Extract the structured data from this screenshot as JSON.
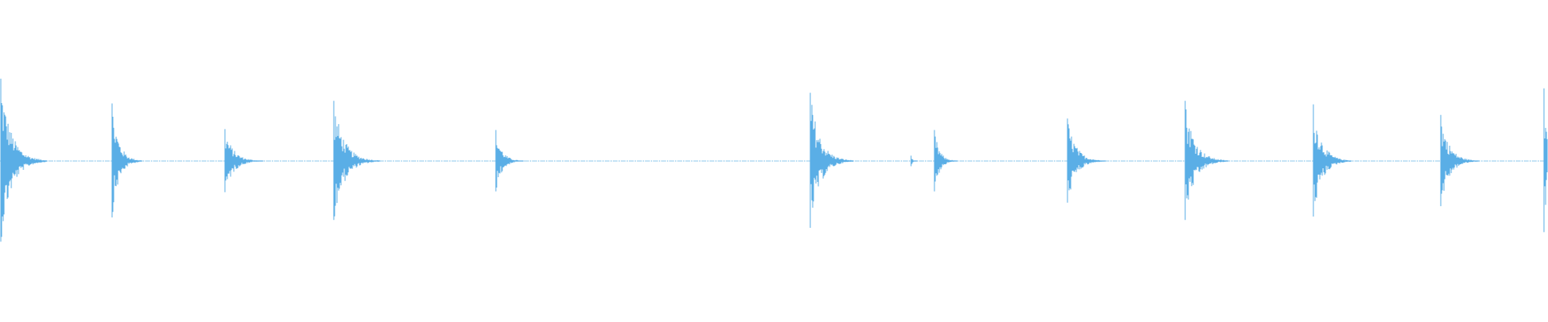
{
  "waveform": {
    "color": "#5aaee6",
    "baseline_color": "#8cc8ee",
    "duration_fraction_points": [
      0.0,
      1.0
    ],
    "transients": [
      {
        "at": 0.0,
        "peak": 0.93,
        "tail": 0.03
      },
      {
        "at": 0.072,
        "peak": 0.65,
        "tail": 0.02
      },
      {
        "at": 0.145,
        "peak": 0.36,
        "tail": 0.025
      },
      {
        "at": 0.215,
        "peak": 0.68,
        "tail": 0.03
      },
      {
        "at": 0.32,
        "peak": 0.35,
        "tail": 0.018
      },
      {
        "at": 0.523,
        "peak": 0.77,
        "tail": 0.028
      },
      {
        "at": 0.588,
        "peak": 0.06,
        "tail": 0.004
      },
      {
        "at": 0.603,
        "peak": 0.35,
        "tail": 0.015
      },
      {
        "at": 0.689,
        "peak": 0.48,
        "tail": 0.025
      },
      {
        "at": 0.765,
        "peak": 0.68,
        "tail": 0.028
      },
      {
        "at": 0.848,
        "peak": 0.64,
        "tail": 0.025
      },
      {
        "at": 0.93,
        "peak": 0.52,
        "tail": 0.025
      },
      {
        "at": 0.997,
        "peak": 0.82,
        "tail": 0.01
      }
    ]
  }
}
